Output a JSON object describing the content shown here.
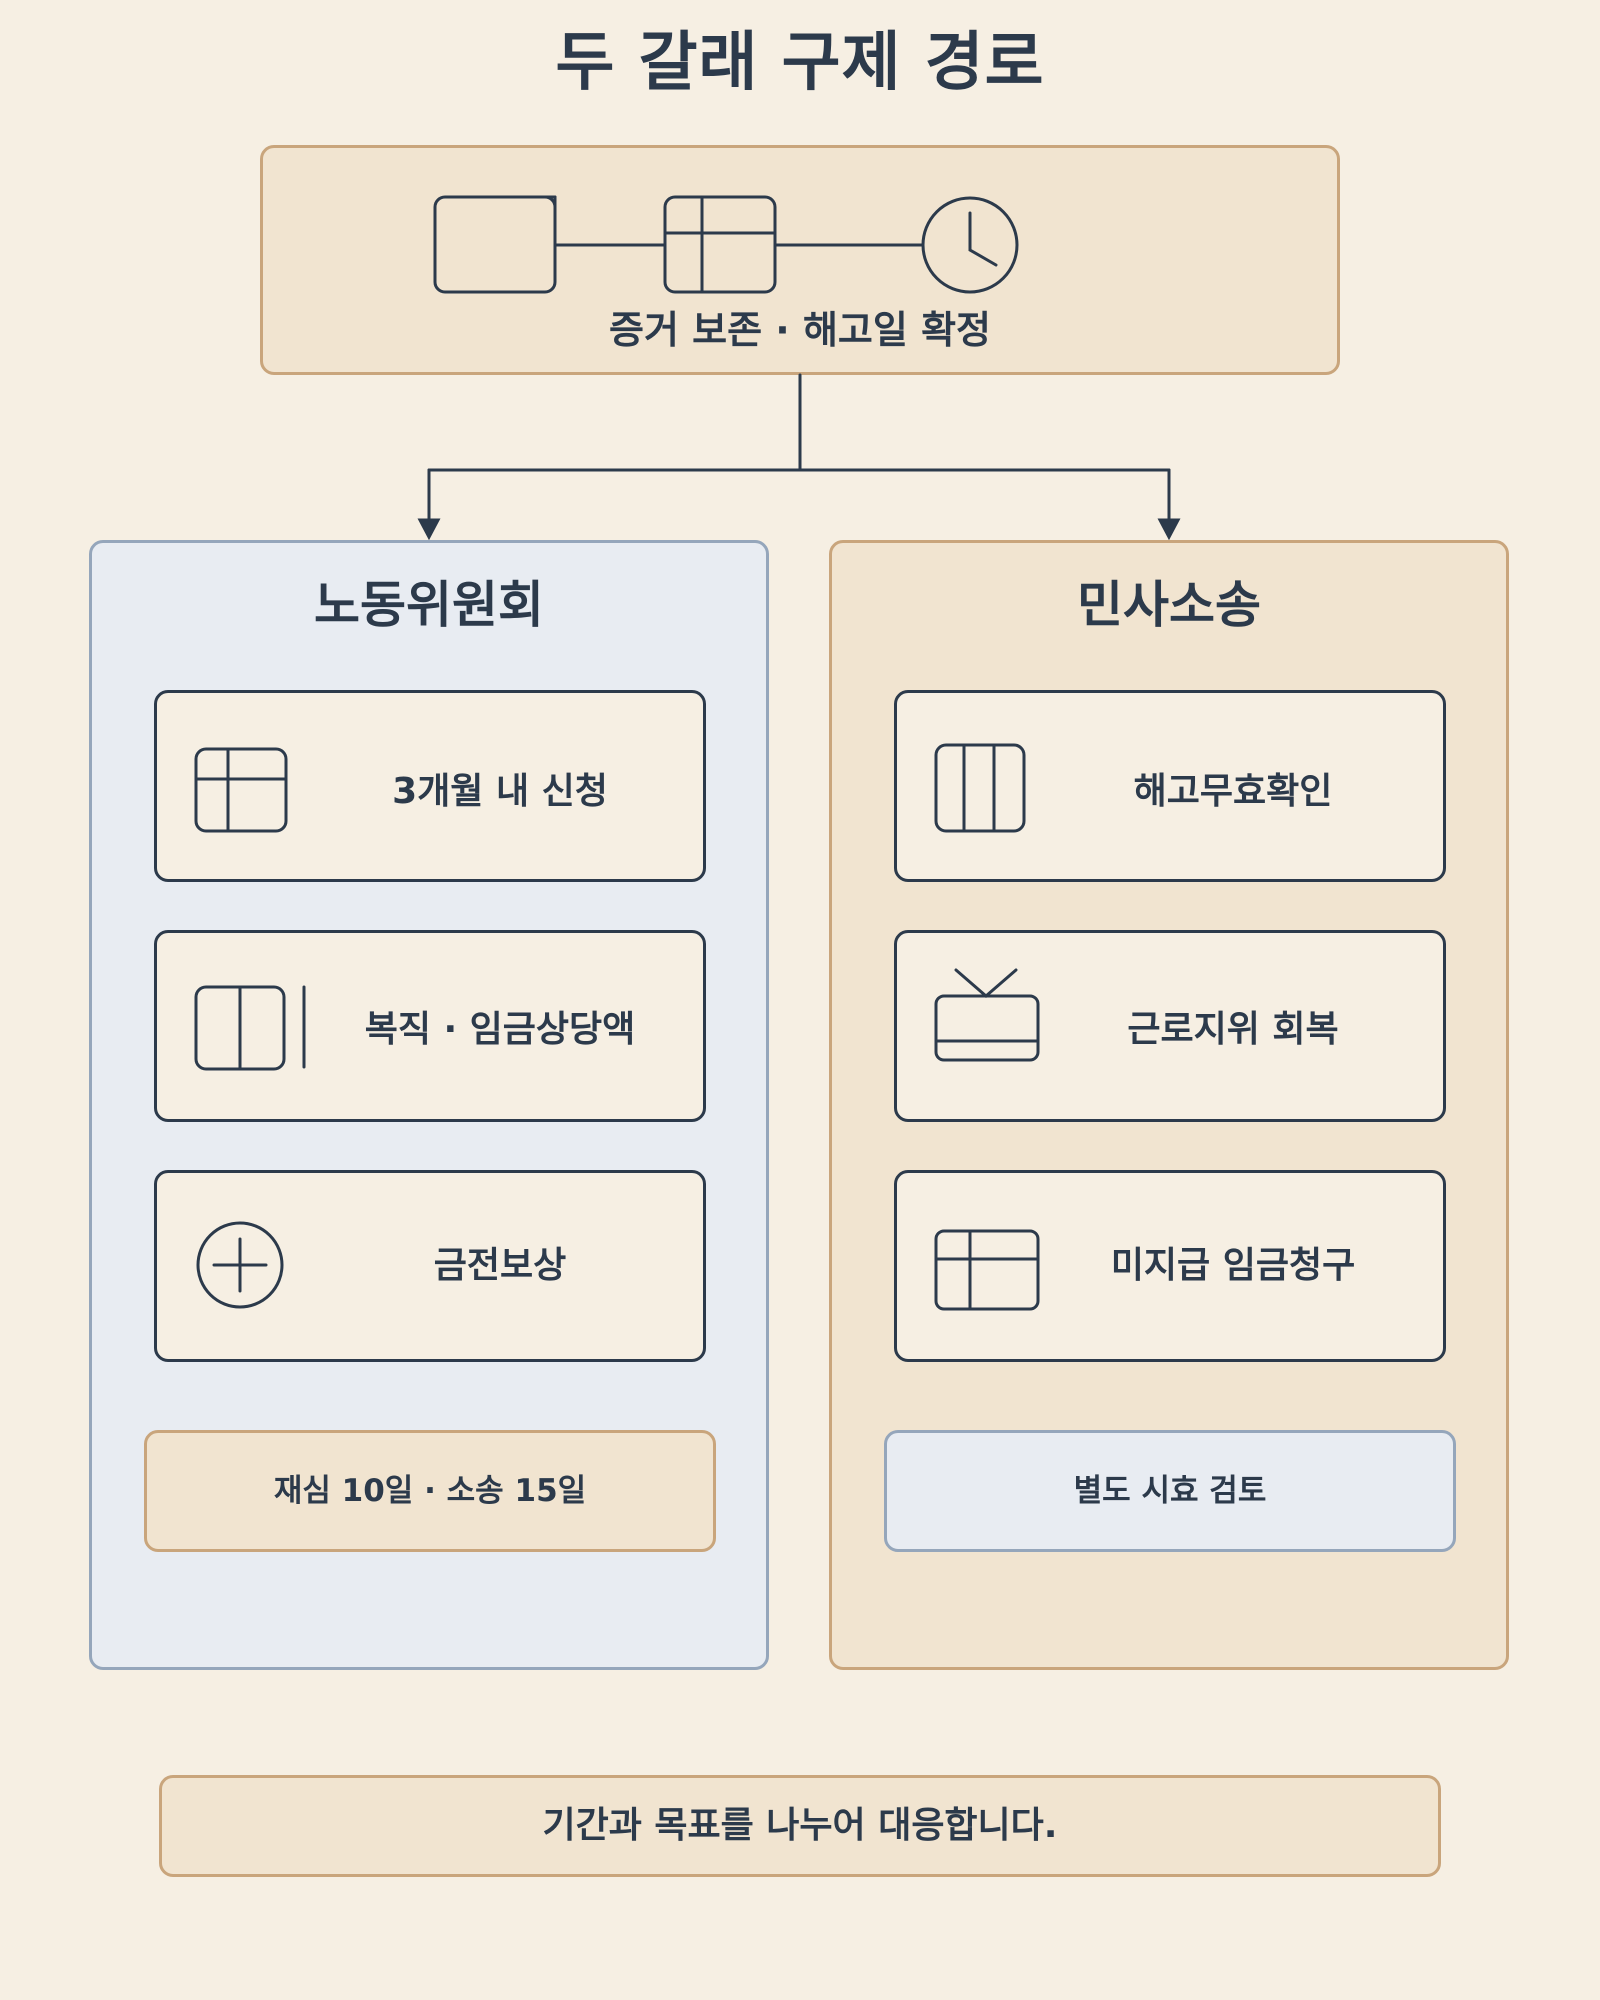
{
  "title": "두 갈래 구제 경로",
  "top": {
    "label": "증거 보존 · 해고일 확정",
    "icons": [
      "document-icon",
      "calendar-icon",
      "clock-icon"
    ]
  },
  "left": {
    "title": "노동위원회",
    "cards": [
      {
        "label": "3개월 내 신청",
        "icon": "calendar-icon"
      },
      {
        "label": "복직 · 임금상당액",
        "icon": "door-icon"
      },
      {
        "label": "금전보상",
        "icon": "coin-icon"
      }
    ],
    "note": "재심 10일 · 소송 15일"
  },
  "right": {
    "title": "민사소송",
    "cards": [
      {
        "label": "해고무효확인",
        "icon": "ledger-icon"
      },
      {
        "label": "근로지위 회복",
        "icon": "briefcase-icon"
      },
      {
        "label": "미지급 임금청구",
        "icon": "wallet-icon"
      }
    ],
    "note": "별도 시효 검토"
  },
  "footer": "기간과 목표를 나누어 대응합니다.",
  "colors": {
    "background": "#f6efe3",
    "ink": "#2c3a4b",
    "tan_fill": "#f1e4d0",
    "tan_border": "#c9a57c",
    "blue_fill": "#e8ecf2",
    "blue_border": "#95a6bb"
  }
}
